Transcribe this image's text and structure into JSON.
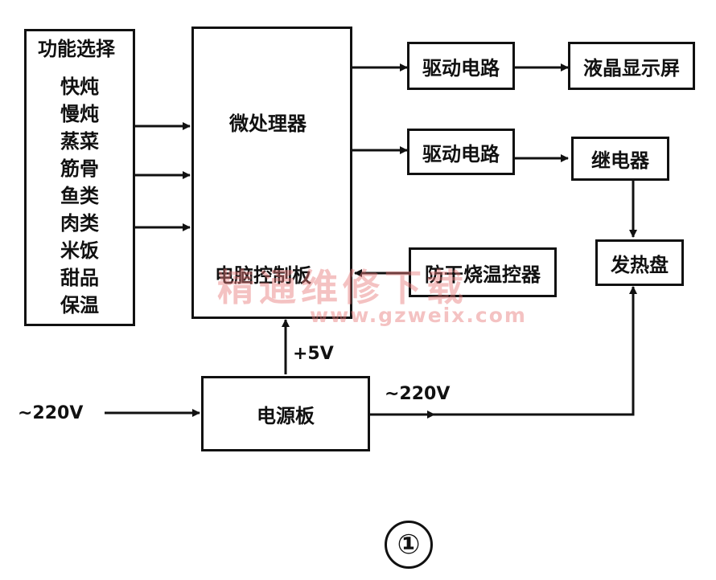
{
  "function_select": {
    "title": "功能选择",
    "items": [
      "快炖",
      "慢炖",
      "蒸菜",
      "筋骨",
      "鱼类",
      "肉类",
      "米饭",
      "甜品",
      "保温"
    ]
  },
  "control_board": {
    "processor_label": "微处理器",
    "board_label": "电脑控制板"
  },
  "driver_top": "驱动电路",
  "driver_mid": "驱动电路",
  "lcd": "液晶显示屏",
  "relay": "继电器",
  "anti_dry": "防干烧温控器",
  "heater": "发热盘",
  "power_board": "电源板",
  "input_voltage": "~220V",
  "output_voltage": "~220V",
  "dc_voltage": "+5V",
  "watermark": {
    "text": "精通维修下载",
    "url": "www.gzweix.com"
  },
  "figure_number": "①"
}
